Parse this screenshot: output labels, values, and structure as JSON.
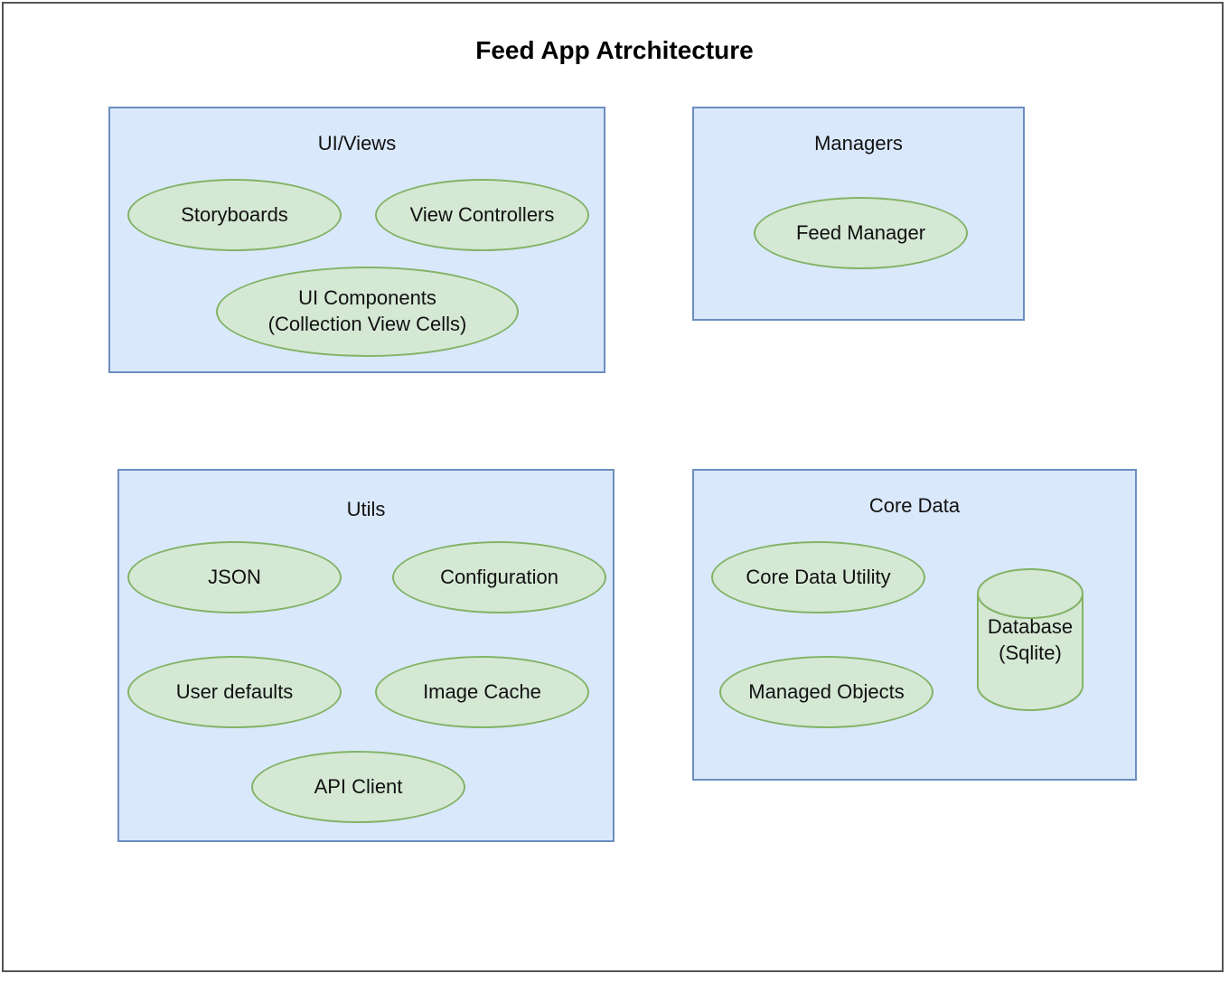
{
  "title": "Feed App Atrchitecture",
  "groups": {
    "ui_views": {
      "label": "UI/Views",
      "nodes": [
        "Storyboards",
        "View Controllers",
        "UI Components\n(Collection View Cells)"
      ]
    },
    "managers": {
      "label": "Managers",
      "nodes": [
        "Feed Manager"
      ]
    },
    "utils": {
      "label": "Utils",
      "nodes": [
        "JSON",
        "Configuration",
        "User defaults",
        "Image Cache",
        "API Client"
      ]
    },
    "core_data": {
      "label": "Core Data",
      "nodes": [
        "Core Data Utility",
        "Managed Objects"
      ],
      "database": "Database\n(Sqlite)"
    }
  },
  "colors": {
    "group_fill": "#dae8fc",
    "group_border": "#6c8ebf",
    "node_fill": "#d5e8d4",
    "node_border": "#82b366"
  }
}
